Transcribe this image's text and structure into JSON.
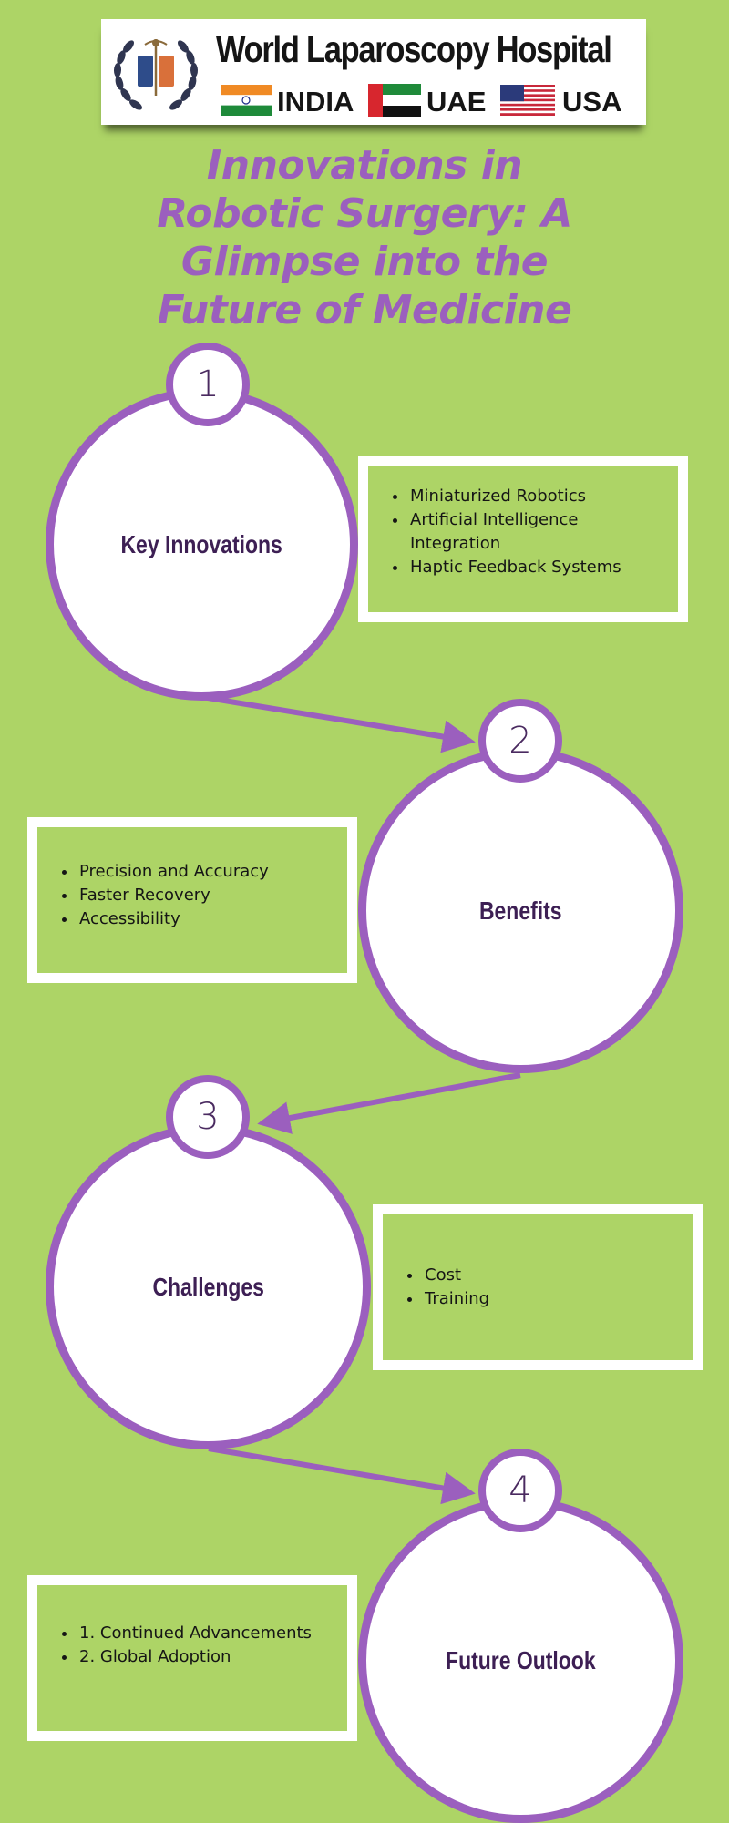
{
  "logo": {
    "hospital_name": "World Laparoscopy Hospital",
    "countries": [
      "INDIA",
      "UAE",
      "USA"
    ]
  },
  "title": {
    "lines": [
      "Innovations in",
      "Robotic Surgery: A",
      "Glimpse into the",
      "Future of Medicine"
    ]
  },
  "colors": {
    "background": "#add466",
    "accent_purple": "#9b5fbe",
    "label_dark_purple": "#3d1f54"
  },
  "steps": [
    {
      "number": "1",
      "label": "Key Innovations",
      "items": [
        "Miniaturized Robotics",
        "Artificial Intelligence Integration",
        "Haptic Feedback Systems"
      ]
    },
    {
      "number": "2",
      "label": "Benefits",
      "items": [
        "Precision and Accuracy",
        "Faster Recovery",
        "Accessibility"
      ]
    },
    {
      "number": "3",
      "label": "Challenges",
      "items": [
        "Cost",
        "Training"
      ]
    },
    {
      "number": "4",
      "label": "Future Outlook",
      "items": [
        "1. Continued Advancements",
        "2. Global Adoption"
      ]
    }
  ]
}
